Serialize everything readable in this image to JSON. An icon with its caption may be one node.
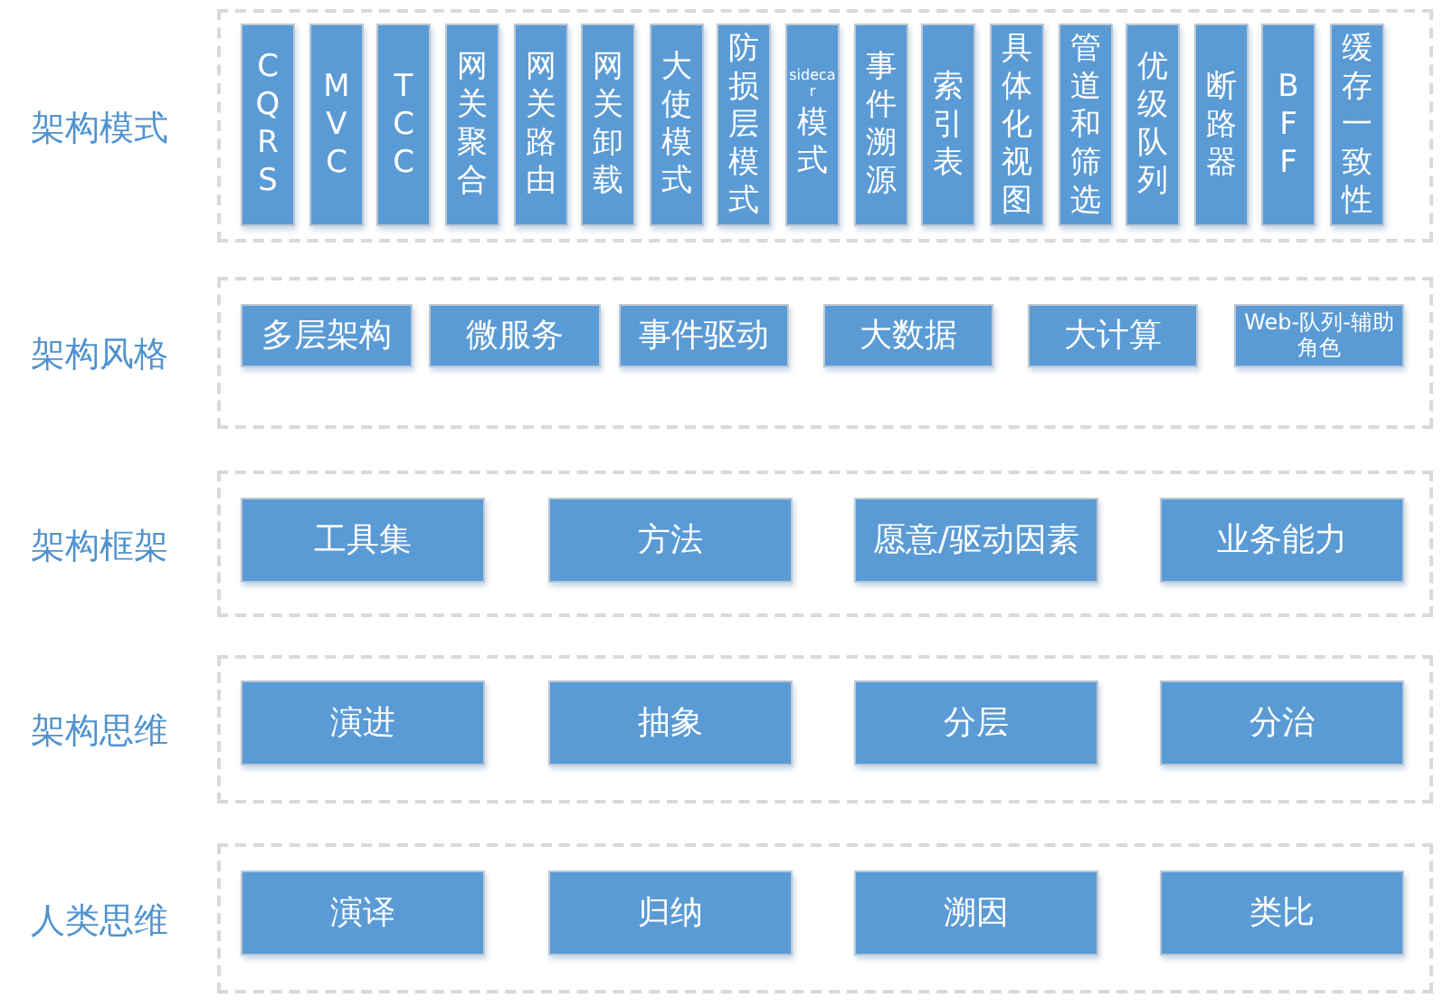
{
  "diagram": {
    "nodes": [
      {
        "text": [
          "架构模式"
        ]
      },
      {
        "text": [
          "CQRS"
        ],
        "in": 0
      },
      {
        "text": [
          "MVC"
        ],
        "in": 0
      },
      {
        "text": [
          "TCC"
        ],
        "in": 0
      },
      {
        "text": [
          "网关聚合"
        ],
        "in": 0
      },
      {
        "text": [
          "网关路由"
        ],
        "in": 0
      },
      {
        "text": [
          "网关卸载"
        ],
        "in": 0
      },
      {
        "text": [
          "大使模式"
        ],
        "in": 0
      },
      {
        "text": [
          "防损层模式"
        ],
        "in": 0
      },
      {
        "text": [
          "sidecar",
          "模式"
        ],
        "in": 0
      },
      {
        "text": [
          "事件溯源"
        ],
        "in": 0
      },
      {
        "text": [
          "索引表"
        ],
        "in": 0
      },
      {
        "text": [
          "具体化视图"
        ],
        "in": 0
      },
      {
        "text": [
          "管道和筛选"
        ],
        "in": 0
      },
      {
        "text": [
          "优级队列"
        ],
        "in": 0
      },
      {
        "text": [
          "断路器"
        ],
        "in": 0
      },
      {
        "text": [
          "BFF"
        ],
        "in": 0
      },
      {
        "text": [
          "缓存一致性"
        ],
        "in": 0
      },
      {
        "text": [
          "架构风格"
        ]
      },
      {
        "text": [
          "多层架构"
        ],
        "in": 18
      },
      {
        "text": [
          "微服务"
        ],
        "in": 18
      },
      {
        "text": [
          "事件驱动"
        ],
        "in": 18
      },
      {
        "text": [
          "大数据"
        ],
        "in": 18
      },
      {
        "text": [
          "大计算"
        ],
        "in": 18
      },
      {
        "text": [
          "Web-队列-辅助角色"
        ],
        "in": 18
      },
      {
        "text": [
          "架构框架"
        ]
      },
      {
        "text": [
          "工具集"
        ],
        "in": 25
      },
      {
        "text": [
          "方法"
        ],
        "in": 25
      },
      {
        "text": [
          "愿意/驱动因素"
        ],
        "in": 25
      },
      {
        "text": [
          "业务能力"
        ],
        "in": 25
      },
      {
        "text": [
          "架构思维"
        ]
      },
      {
        "text": [
          "演进"
        ],
        "in": 30
      },
      {
        "text": [
          "抽象"
        ],
        "in": 30
      },
      {
        "text": [
          "分层"
        ],
        "in": 30
      },
      {
        "text": [
          "分治"
        ],
        "in": 30
      },
      {
        "text": [
          "人类思维"
        ]
      },
      {
        "text": [
          "演译"
        ],
        "in": 35
      },
      {
        "text": [
          "归纳"
        ],
        "in": 35
      },
      {
        "text": [
          "溯因"
        ],
        "in": 35
      },
      {
        "text": [
          "类比"
        ],
        "in": 35
      }
    ]
  }
}
